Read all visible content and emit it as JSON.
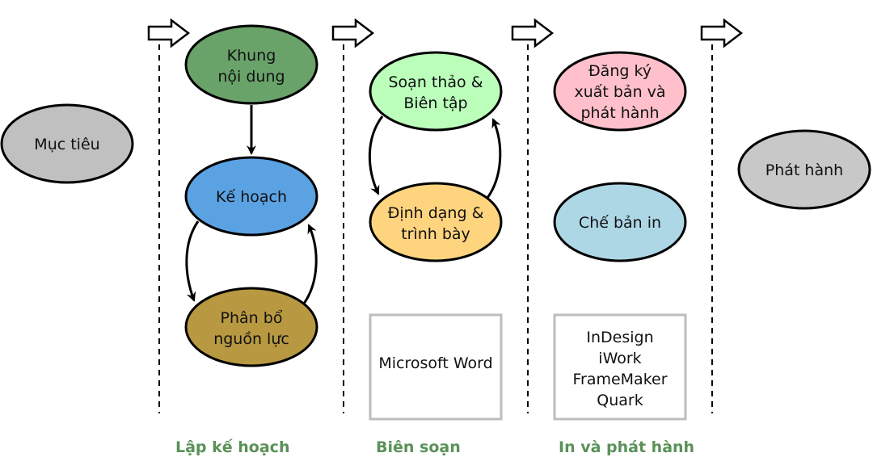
{
  "nodes": {
    "muc_tieu": {
      "lines": [
        "Mục tiêu"
      ],
      "fill": "#c0c0c0"
    },
    "khung": {
      "lines": [
        "Khung",
        "nội dung"
      ],
      "fill": "#6aa36a"
    },
    "ke_hoach": {
      "lines": [
        "Kế hoạch"
      ],
      "fill": "#5ba2e3"
    },
    "phan_bo": {
      "lines": [
        "Phân bổ",
        "nguồn lực"
      ],
      "fill": "#b89942"
    },
    "soan_thao": {
      "lines": [
        "Soạn thảo &",
        "Biên tập"
      ],
      "fill": "#bbffbb"
    },
    "dinh_dang": {
      "lines": [
        "Định dạng &",
        "trình bày"
      ],
      "fill": "#ffd47f"
    },
    "dang_ky": {
      "lines": [
        "Đăng ký",
        "xuất bản và",
        "phát hành"
      ],
      "fill": "#ffc0cb"
    },
    "che_ban": {
      "lines": [
        "Chế bản in"
      ],
      "fill": "#aed7e6"
    },
    "phat_hanh": {
      "lines": [
        "Phát hành"
      ],
      "fill": "#c8c8c8"
    }
  },
  "tools": {
    "word": {
      "lines": [
        "Microsoft Word"
      ]
    },
    "layout": {
      "lines": [
        "InDesign",
        "iWork",
        "FrameMaker",
        "Quark"
      ]
    }
  },
  "stages": {
    "planning": "Lập kế hoạch",
    "editing": "Biên soạn",
    "printing": "In và phát hành"
  }
}
